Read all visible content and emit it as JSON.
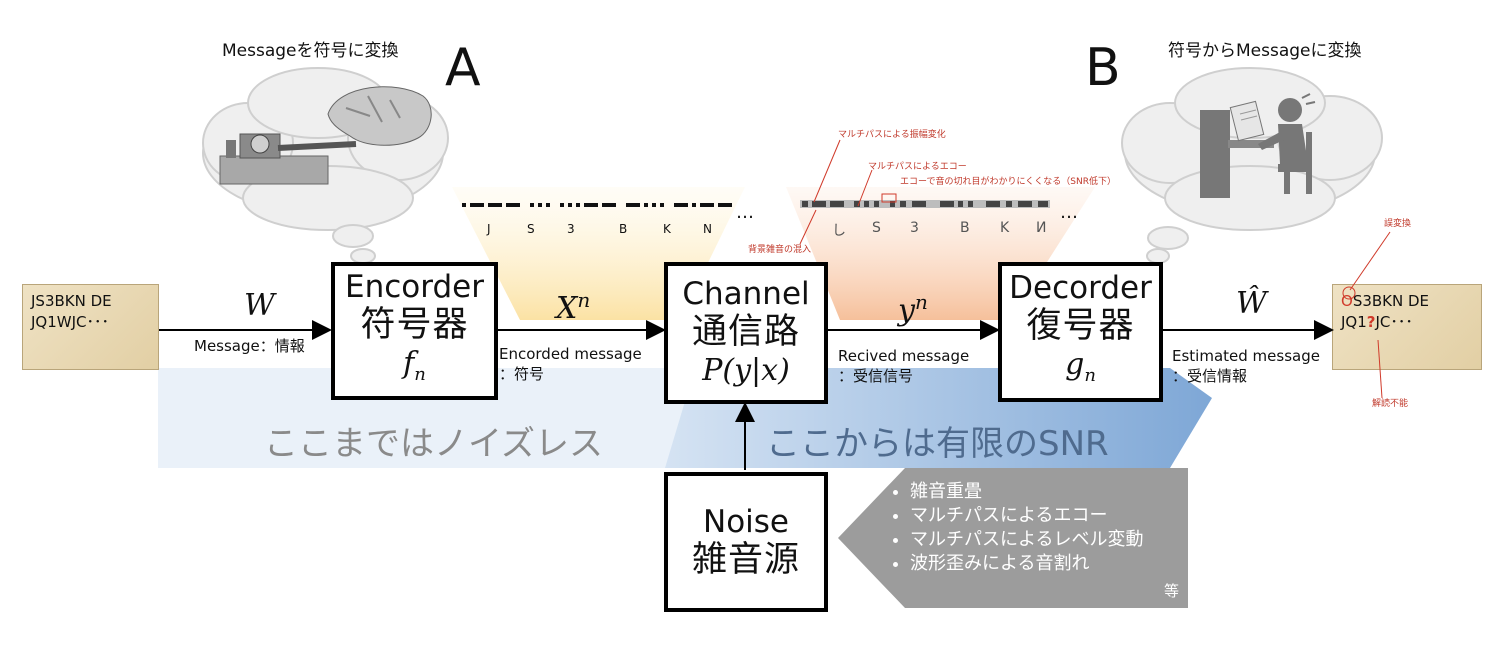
{
  "labels": {
    "a": "A",
    "b": "B",
    "cloud_a": "Messageを符号に変換",
    "cloud_b": "符号からMessageに変換"
  },
  "notes": {
    "input_line1": "JS3BKN DE",
    "input_line2": "JQ1WJC･･･",
    "output_first_char": "O",
    "output_line1_rest": "S3BKN DE",
    "output_line2_a": "JQ1",
    "output_line2_mark": "?",
    "output_line2_b": "JC･･･",
    "output_error_top": "誤変換",
    "output_error_bottom": "解読不能"
  },
  "boxes": {
    "encoder": {
      "en": "Encorder",
      "jp": "符号器",
      "fn": "f",
      "fn_sub": "n"
    },
    "channel": {
      "en": "Channel",
      "jp": "通信路",
      "fn": "P(y|x)"
    },
    "decoder": {
      "en": "Decorder",
      "jp": "復号器",
      "fn": "g",
      "fn_sub": "n"
    },
    "noise": {
      "en": "Noise",
      "jp": "雑音源"
    }
  },
  "arrows": {
    "w": {
      "symbol": "W",
      "label": "Message：情報"
    },
    "xn": {
      "symbol": "X",
      "sup": "n",
      "label1": "Encorded message",
      "label2": "：符号"
    },
    "yn": {
      "symbol": "y",
      "sup": "n",
      "label1": "Recived message",
      "label2": "：受信信号"
    },
    "what": {
      "symbol": "Ŵ",
      "label1": "Estimated message",
      "label2": "：受信情報"
    }
  },
  "signal": {
    "letters_clean": [
      "J",
      "S",
      "3",
      "B",
      "K",
      "N"
    ],
    "letters_noisy": [
      "し",
      "S",
      "3",
      "B",
      "K",
      "И"
    ],
    "ellipsis": "…",
    "ann_amp": "マルチパスによる振幅変化",
    "ann_echo": "マルチパスによるエコー",
    "ann_snr": "エコーで音の切れ目がわかりにくくなる（SNR低下）",
    "ann_noise": "背景雑音の混入"
  },
  "regions": {
    "noiseless": "ここまではノイズレス",
    "finite_snr": "ここからは有限のSNR"
  },
  "noise_effects": {
    "items": [
      "雑音重畳",
      "マルチパスによるエコー",
      "マルチパスによるレベル変動",
      "波形歪みによる音割れ"
    ],
    "etc": "等"
  },
  "colors": {
    "region_light": "#eaf1f9",
    "region_blue": "#8fb3db",
    "funnel_yellow": "#fce8b2",
    "funnel_orange": "#f8c9a4",
    "gray_panel": "#9c9c9c",
    "error_red": "#d03a2a"
  }
}
